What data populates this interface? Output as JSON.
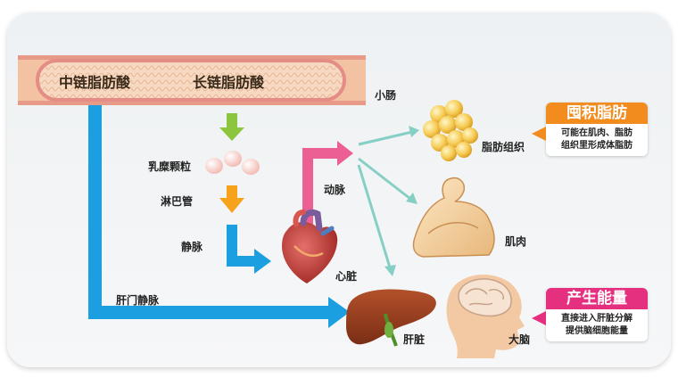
{
  "intestine": {
    "mct_label": "中链脂肪酸",
    "lct_label": "长链脂肪酸",
    "organ_label": "小肠"
  },
  "pathway": {
    "chylomicron_label": "乳糜颗粒",
    "lymph_label": "淋巴管",
    "vein_label": "静脉",
    "artery_label": "动脉",
    "portal_vein_label": "肝门静脉"
  },
  "organs": {
    "adipose_label": "脂肪组织",
    "muscle_label": "肌肉",
    "heart_label": "心脏",
    "liver_label": "肝脏",
    "brain_label": "大脑"
  },
  "badges": {
    "store_fat": {
      "title": "囤积脂肪",
      "line1": "可能在肌肉、脂肪",
      "line2": "组织里形成体脂肪"
    },
    "produce_energy": {
      "title": "产生能量",
      "line1": "直接进入肝脏分解",
      "line2": "提供脑细胞能量"
    }
  },
  "colors": {
    "blue_arrow": "#1b9fe0",
    "green_arrow": "#8cc63f",
    "orange_arrow": "#f7a21b",
    "pink_arrow": "#ec5f95",
    "teal_arrow": "#86cfc4",
    "store_fat_header": "#f28c1e",
    "produce_energy_header": "#e4307f"
  }
}
